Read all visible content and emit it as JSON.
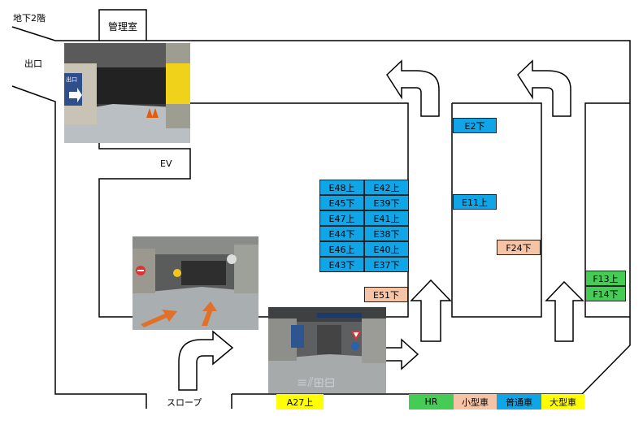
{
  "labels": {
    "floor": "地下2階",
    "admin_room": "管理室",
    "exit": "出口",
    "elevator": "EV",
    "slope": "スロープ"
  },
  "spots": {
    "e_grid": [
      [
        "E48上",
        "E42上"
      ],
      [
        "E45下",
        "E39下"
      ],
      [
        "E47上",
        "E41上"
      ],
      [
        "E44下",
        "E38下"
      ],
      [
        "E46上",
        "E40上"
      ],
      [
        "E43下",
        "E37下"
      ]
    ],
    "e2": "E2下",
    "e11": "E11上",
    "e51": "E51下",
    "f24": "F24下",
    "f13": "F13上",
    "f14": "F14下",
    "a27": "A27上"
  },
  "legend": [
    {
      "label": "HR",
      "color": "#44cc55"
    },
    {
      "label": "小型車",
      "color": "#f5c4a6"
    },
    {
      "label": "普通車",
      "color": "#10a5e6"
    },
    {
      "label": "大型車",
      "color": "#ffff00"
    }
  ],
  "photos": {
    "exit_sign": "出口"
  }
}
